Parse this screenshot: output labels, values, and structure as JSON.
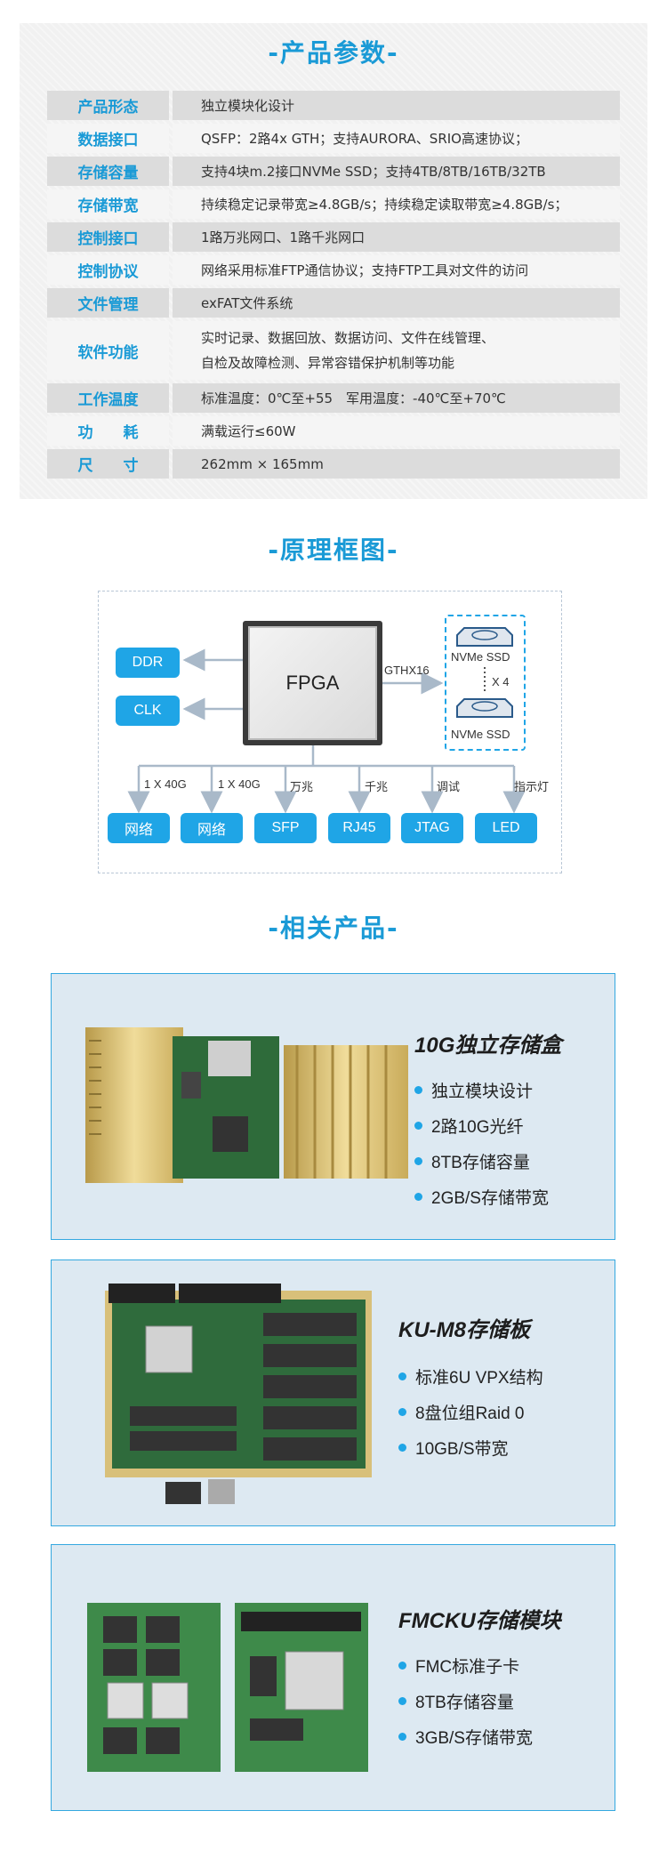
{
  "sections": {
    "params_title": "-产品参数-",
    "diagram_title": "-原理框图-",
    "related_title": "-相关产品-"
  },
  "params": [
    {
      "key": "产品形态",
      "value": [
        "独立模块化设计"
      ]
    },
    {
      "key": "数据接口",
      "value": [
        "QSFP：2路4x GTH；支持AURORA、SRIO高速协议；"
      ]
    },
    {
      "key": "存储容量",
      "value": [
        "支持4块m.2接口NVMe SSD；支持4TB/8TB/16TB/32TB"
      ]
    },
    {
      "key": "存储带宽",
      "value": [
        "持续稳定记录带宽≥4.8GB/s；持续稳定读取带宽≥4.8GB/s；"
      ]
    },
    {
      "key": "控制接口",
      "value": [
        "1路万兆网口、1路千兆网口"
      ]
    },
    {
      "key": "控制协议",
      "value": [
        "网络采用标准FTP通信协议；支持FTP工具对文件的访问"
      ]
    },
    {
      "key": "文件管理",
      "value": [
        "exFAT文件系统"
      ]
    },
    {
      "key": "软件功能",
      "value": [
        "实时记录、数据回放、数据访问、文件在线管理、",
        "自检及故障检测、异常容错保护机制等功能"
      ]
    },
    {
      "key": "工作温度",
      "value": [
        "标准温度：0℃至+55　军用温度：-40℃至+70℃"
      ]
    },
    {
      "key": "功　　耗",
      "value": [
        "满载运行≤60W"
      ]
    },
    {
      "key": "尺　　寸",
      "value": [
        "262mm × 165mm"
      ]
    }
  ],
  "diagram": {
    "fpga": "FPGA",
    "ddr": "DDR",
    "clk": "CLK",
    "gthx": "GTHX16",
    "ssd_top": "NVMe  SSD",
    "ssd_bottom": "NVMe  SSD",
    "ssd_count": "X 4",
    "bottom_boxes": [
      "网络",
      "网络",
      "SFP",
      "RJ45",
      "JTAG",
      "LED"
    ],
    "bottom_labels": [
      "1 X 40G",
      "1 X 40G",
      "万兆",
      "千兆",
      "调试",
      "指示灯"
    ]
  },
  "products": [
    {
      "title": "10G独立存储盒",
      "bullets": [
        "独立模块设计",
        "2路10G光纤",
        "8TB存储容量",
        "2GB/S存储带宽"
      ]
    },
    {
      "title": "KU-M8存储板",
      "bullets": [
        "标准6U VPX结构",
        "8盘位组Raid 0",
        "10GB/S带宽"
      ]
    },
    {
      "title": "FMCKU存储模块",
      "bullets": [
        "FMC标准子卡",
        "8TB存储容量",
        "3GB/S存储带宽"
      ]
    }
  ],
  "colors": {
    "accent": "#1a9ad6",
    "box_blue": "#1fa5e6",
    "card_bg": "#dde9f2"
  },
  "icons": [
    "ssd-drive-icon",
    "bullet-dot-icon"
  ]
}
